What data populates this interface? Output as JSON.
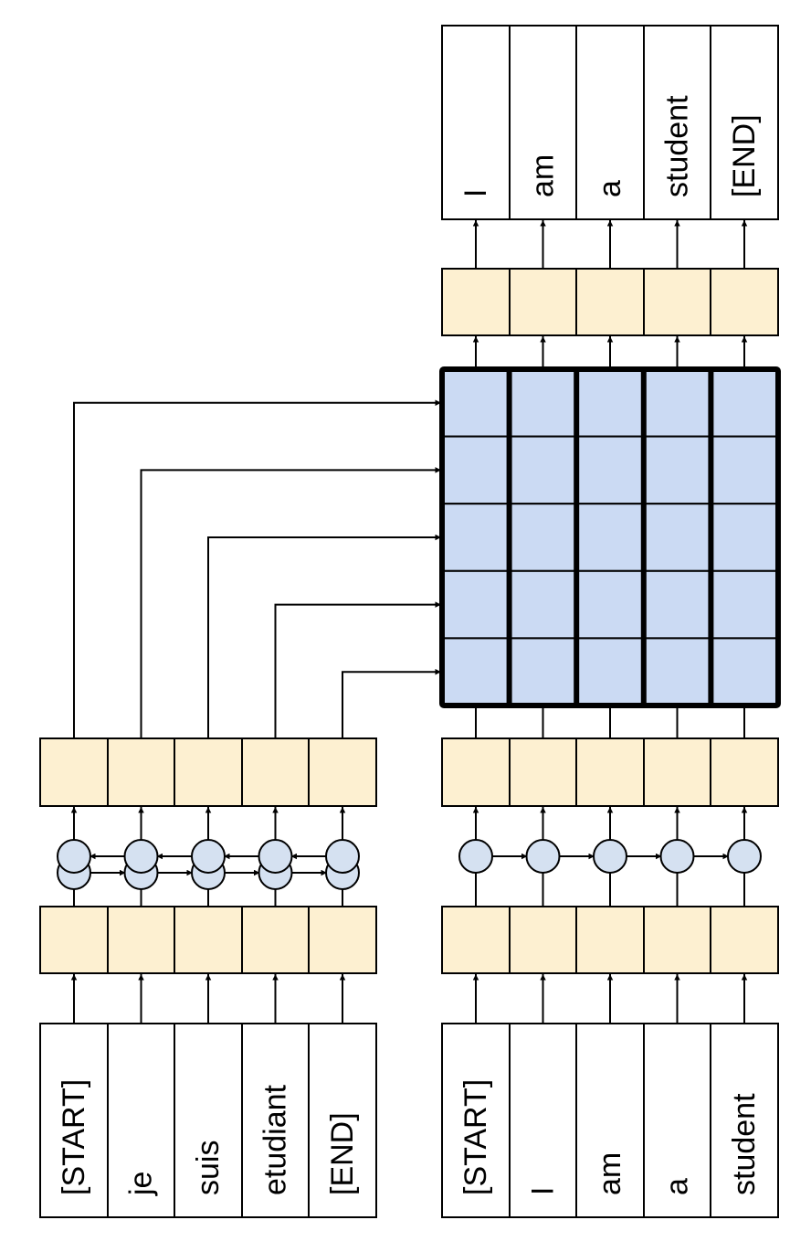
{
  "colors": {
    "embedding_fill": "#fdf0d1",
    "attention_fill": "#cbdaf3",
    "rnn_node_fill": "#d5e1f1",
    "token_fill": "#ffffff",
    "stroke": "#000000"
  },
  "encoder": {
    "input_tokens": [
      "[START]",
      "je",
      "suis",
      "etudiant",
      "[END]"
    ],
    "rnn_type": "bidirectional"
  },
  "decoder": {
    "input_tokens": [
      "[START]",
      "I",
      "am",
      "a",
      "student"
    ],
    "rnn_type": "unidirectional"
  },
  "output": {
    "tokens": [
      "I",
      "am",
      "a",
      "student",
      "[END]"
    ]
  },
  "attention": {
    "rows": 5,
    "cols": 5
  }
}
